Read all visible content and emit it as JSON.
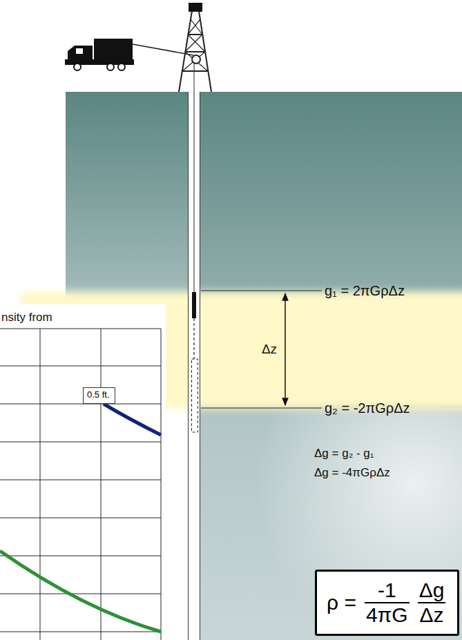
{
  "diagram": {
    "nodes": [
      {
        "text": [
          "ρ =",
          "-1 4πG",
          "Δg Δz"
        ]
      },
      {
        "text": [
          "0.5 ft."
        ]
      }
    ],
    "labels": [
      "g₁ = 2πGρΔz",
      "Δz",
      "g₂ = -2πGρΔz",
      "Δg = g₂ - g₁",
      "Δg = -4πGρΔz",
      "nsity from"
    ]
  }
}
